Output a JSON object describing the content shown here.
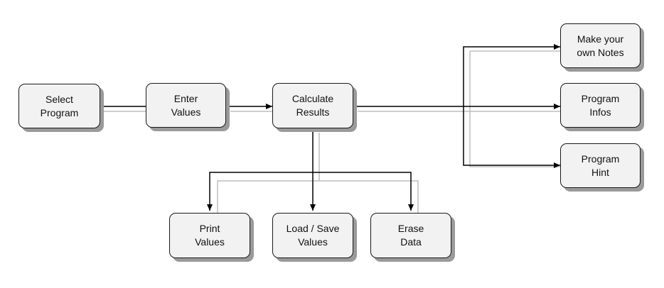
{
  "nodes": {
    "select_program": "Select\nProgram",
    "enter_values": "Enter\nValues",
    "calculate_results": "Calculate\nResults",
    "make_notes": "Make your\nown Notes",
    "program_infos": "Program\nInfos",
    "program_hint": "Program\nHint",
    "print_values": "Print\nValues",
    "load_save_values": "Load / Save\nValues",
    "erase_data": "Erase\nData"
  },
  "colors": {
    "node_fill": "#f2f2f2",
    "node_border": "#1a1a1a",
    "shadow": "#9a9a9a",
    "connector": "#000000",
    "connector_shadow": "#bdbdbd"
  }
}
